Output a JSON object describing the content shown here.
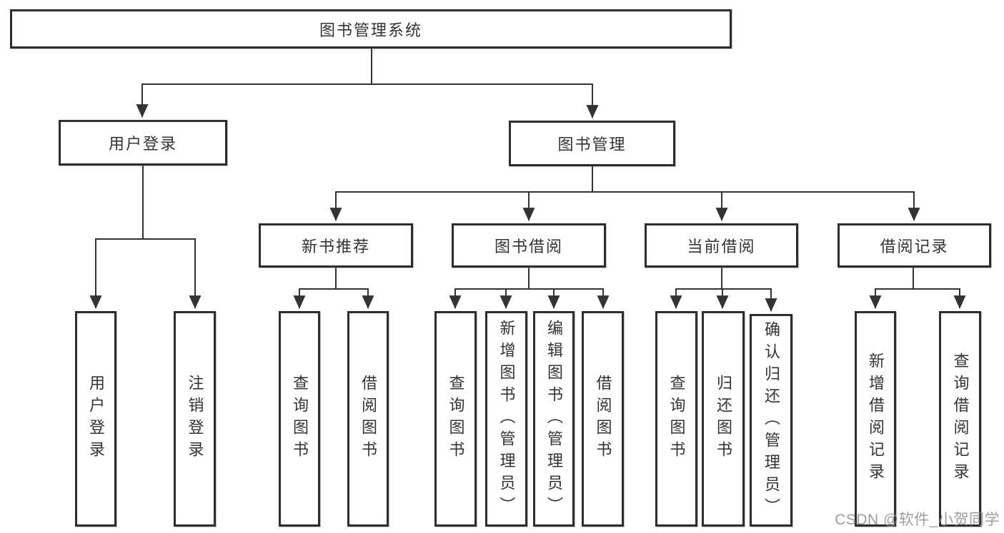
{
  "nodes": {
    "root": "图书管理系统",
    "user_login": "用户登录",
    "book_mgmt": "图书管理",
    "new_book_rec": "新书推荐",
    "book_borrow": "图书借阅",
    "current_borrow": "当前借阅",
    "borrow_record": "借阅记录"
  },
  "leaves": {
    "user_login": "用户登录",
    "logout": "注销登录",
    "rec_query_book": "查询图书",
    "rec_borrow_book": "借阅图书",
    "bb_query_book": "查询图书",
    "bb_add_book": "新增图书（管理员）",
    "bb_edit_book": "编辑图书（管理员）",
    "bb_borrow_book": "借阅图书",
    "cur_query_book": "查询图书",
    "cur_return_book": "归还图书",
    "cur_confirm_return": "确认归还（管理员）",
    "rr_add_record": "新增借阅记录",
    "rr_query_record": "查询借阅记录"
  },
  "structure": {
    "图书管理系统": {
      "用户登录": [
        "用户登录",
        "注销登录"
      ],
      "图书管理": {
        "新书推荐": [
          "查询图书",
          "借阅图书"
        ],
        "图书借阅": [
          "查询图书",
          "新增图书（管理员）",
          "编辑图书（管理员）",
          "借阅图书"
        ],
        "当前借阅": [
          "查询图书",
          "归还图书",
          "确认归还（管理员）"
        ],
        "借阅记录": [
          "新增借阅记录",
          "查询借阅记录"
        ]
      }
    }
  },
  "watermark": "CSDN @软件_小贺同学",
  "colors": {
    "background": "#ffffff",
    "line": "#333333",
    "box_border": "#2d2d2d",
    "text": "#333333",
    "watermark": "#8c8c8c"
  }
}
